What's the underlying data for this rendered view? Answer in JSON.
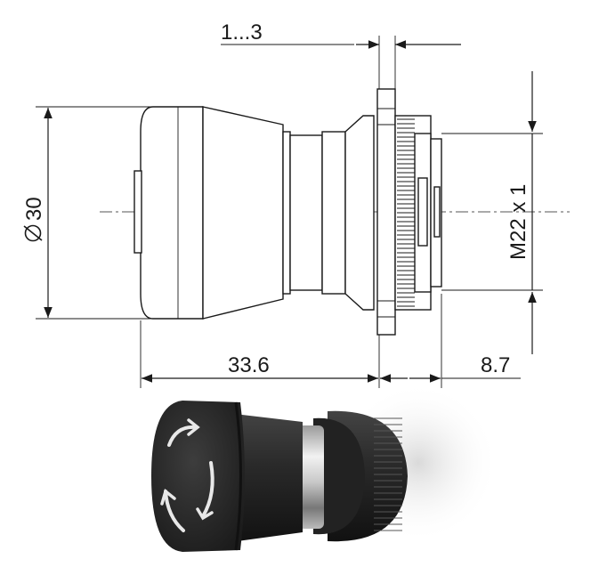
{
  "dimensions": {
    "flange_gap": "1...3",
    "diameter": "30",
    "length_head": "33.6",
    "length_body": "8.7",
    "thread": "M22 x 1"
  },
  "colors": {
    "line": "#1a1a1a",
    "button_dark": "#2b2b2b",
    "arrow_light": "#e8e8e8"
  },
  "icons": {
    "diameter_symbol": "diameter-symbol-icon",
    "rotate_arrows": "rotate-arrows-icon"
  }
}
